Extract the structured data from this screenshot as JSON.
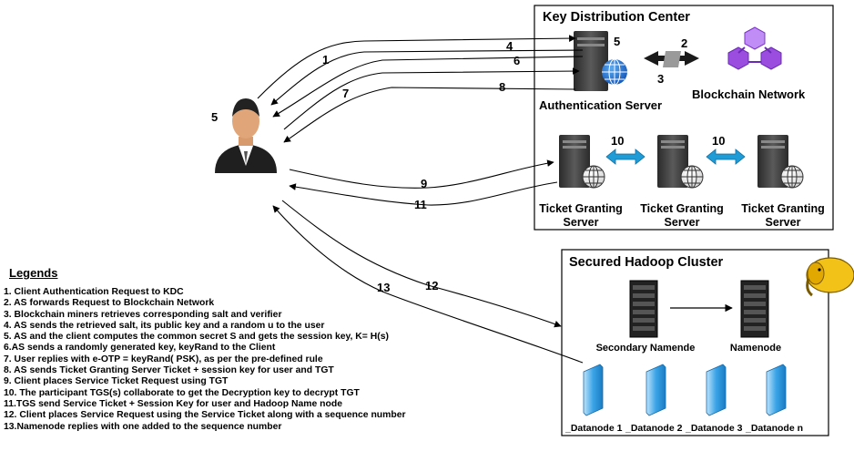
{
  "kdc": {
    "title": "Key Distribution Center"
  },
  "hadoop": {
    "title": "Secured Hadoop Cluster"
  },
  "auth_server": {
    "label": "Authentication Server",
    "step": "5"
  },
  "blockchain": {
    "label": "Blockchain Network"
  },
  "client": {
    "step": "5"
  },
  "tgs": [
    {
      "line1": "Ticket Granting",
      "line2": "Server"
    },
    {
      "line1": "Ticket Granting",
      "line2": "Server"
    },
    {
      "line1": "Ticket Granting",
      "line2": "Server"
    }
  ],
  "tgs_links": [
    "10",
    "10"
  ],
  "bc_links": [
    "2",
    "3"
  ],
  "namenodes": {
    "secondary": "Secondary Namende",
    "primary": "Namenode"
  },
  "datanodes": [
    "_Datanode 1",
    "_Datanode 2",
    "_Datanode 3",
    "_Datanode n"
  ],
  "arrows": [
    "1",
    "4",
    "6",
    "7",
    "8",
    "9",
    "11",
    "12",
    "13"
  ],
  "colors": {
    "arrow_teal": "#1f9bd6",
    "globe_blue": "#1b6fd1",
    "server_dark": "#3a3a3a",
    "datanode_blue": "#3aa3e6",
    "hadoop_yellow": "#f2c218",
    "blockchain_purple": "#9b4de0"
  },
  "legend": {
    "title": "Legends",
    "items": [
      "1. Client Authentication Request to KDC",
      "2. AS forwards Request to Blockchain Network",
      "3. Blockchain miners retrieves corresponding salt and verifier",
      "4. AS sends the retrieved salt, its public key and a random u to the user",
      "5. AS and the client computes the common secret S and gets the session key, K= H(s)",
      "6.AS sends a randomly generated key, keyRand to the Client",
      "7. User replies with e-OTP = keyRand( PSK), as per the pre-defined rule",
      "8. AS sends Ticket Granting Server Ticket + session key for user and TGT",
      "9. Client places Service Ticket Request using TGT",
      "10. The participant TGS(s) collaborate to get the Decryption key to decrypt TGT",
      "11.TGS send Service Ticket + Session Key for user and Hadoop Name node",
      "12. Client places Service Request using the Service Ticket along with a sequence number",
      "13.Namenode replies with one added to the sequence number"
    ]
  }
}
